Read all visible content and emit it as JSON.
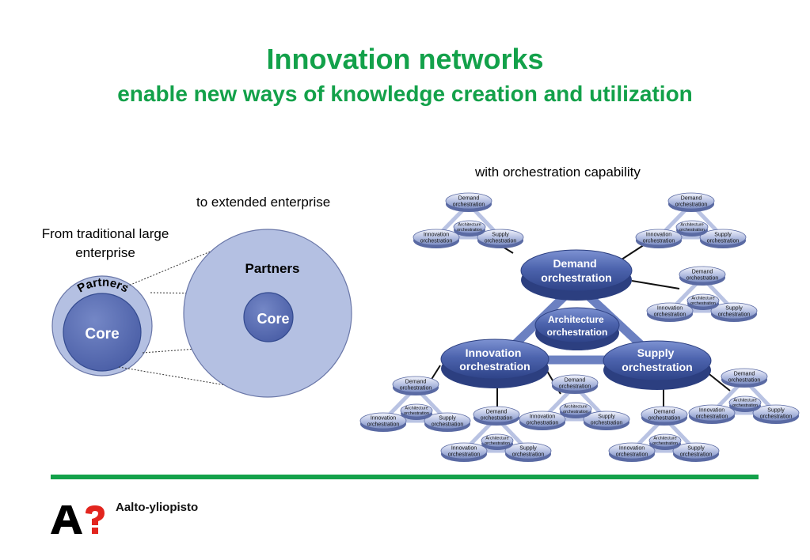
{
  "title": "Innovation networks",
  "subtitle": "enable new ways of knowledge creation and utilization",
  "labels": {
    "traditional": "From traditional large enterprise",
    "extended": "to extended enterprise",
    "orchestration": "with orchestration capability"
  },
  "small_circle": {
    "ring": "Partners",
    "core": "Core"
  },
  "large_circle": {
    "ring": "Partners",
    "core": "Core"
  },
  "network": {
    "demand": "Demand orchestration",
    "architecture": "Architecture orchestration",
    "innovation": "Innovation orchestration",
    "supply": "Supply orchestration"
  },
  "mini_triad": {
    "demand": "Demand orchestration",
    "architecture": "Architecture orchestration",
    "innovation": "Innovation orchestration",
    "supply": "Supply orchestration"
  },
  "logo": {
    "mark": "A?",
    "text": "Aalto-yliopisto"
  },
  "colors": {
    "title_green": "#13a14a",
    "core_blue": "#5e71b5",
    "ring_blue": "#b4c0e2",
    "node_blue": "#4a62ad",
    "link_blue": "#6b80c1"
  }
}
